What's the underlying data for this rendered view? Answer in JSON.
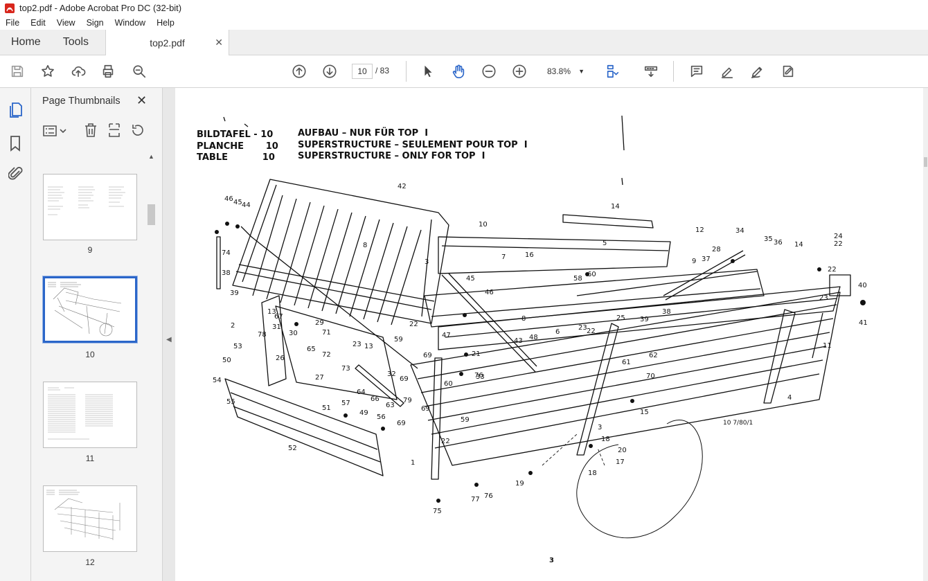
{
  "window": {
    "title": "top2.pdf - Adobe Acrobat Pro DC (32-bit)"
  },
  "menu": [
    "File",
    "Edit",
    "View",
    "Sign",
    "Window",
    "Help"
  ],
  "tabs": {
    "home": "Home",
    "tools": "Tools",
    "document": "top2.pdf"
  },
  "toolbar": {
    "current_page": "10",
    "total_pages": "/ 83",
    "zoom": "83.8%"
  },
  "thumbnails_panel": {
    "title": "Page Thumbnails",
    "pages": [
      {
        "label": "9"
      },
      {
        "label": "10",
        "selected": true
      },
      {
        "label": "11"
      },
      {
        "label": "12"
      }
    ]
  },
  "document": {
    "header_lines": [
      {
        "left": "BILDTAFEL - 10",
        "right": "AUFBAU – NUR FÜR TOP  I"
      },
      {
        "left": "PLANCHE       10",
        "right": "SUPERSTRUCTURE – SEULEMENT POUR TOP  I"
      },
      {
        "left": "TABLE           10",
        "right": "SUPERSTRUCTURE – ONLY FOR TOP  I"
      }
    ],
    "drawing_code": "10 7/80/1",
    "page_number": "3",
    "part_labels": [
      "42",
      "14",
      "10",
      "46",
      "45",
      "44",
      "12",
      "34",
      "24",
      "22",
      "35",
      "36",
      "14",
      "8",
      "7",
      "16",
      "5",
      "28",
      "37",
      "9",
      "74",
      "3",
      "22",
      "40",
      "45",
      "58",
      "60",
      "46",
      "23",
      "41",
      "38",
      "39",
      "13",
      "67",
      "29",
      "39",
      "38",
      "25",
      "23",
      "22",
      "2",
      "31",
      "30",
      "71",
      "22",
      "8",
      "48",
      "6",
      "78",
      "59",
      "47",
      "43",
      "53",
      "76",
      "26",
      "65",
      "72",
      "23",
      "13",
      "21",
      "69",
      "61",
      "62",
      "11",
      "50",
      "73",
      "70",
      "54",
      "27",
      "32",
      "60",
      "33",
      "69",
      "64",
      "66",
      "63",
      "55",
      "79",
      "69",
      "4",
      "57",
      "49",
      "59",
      "15",
      "56",
      "51",
      "69",
      "22",
      "3",
      "18",
      "52",
      "20",
      "17",
      "1",
      "19",
      "18",
      "77",
      "76",
      "75"
    ]
  }
}
